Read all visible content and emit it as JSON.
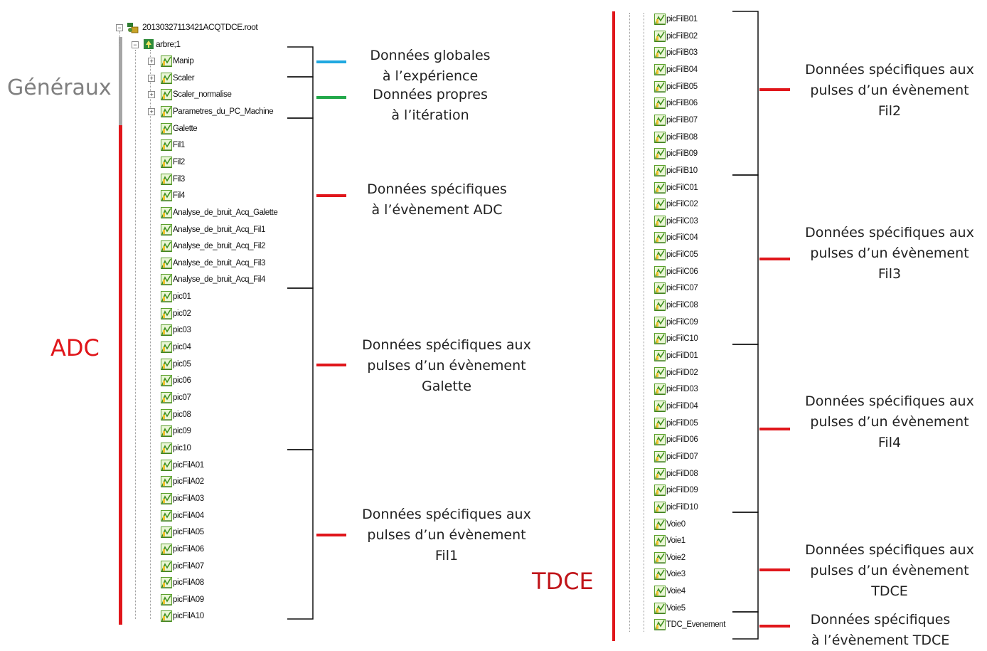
{
  "tree": {
    "root": "20130327113421ACQTDCE.root",
    "arbre": "arbre;1",
    "left_items": [
      "Manip",
      "Scaler",
      "Scaler_normalise",
      "Parametres_du_PC_Machine",
      "Galette",
      "Fil1",
      "Fil2",
      "Fil3",
      "Fil4",
      "Analyse_de_bruit_Acq_Galette",
      "Analyse_de_bruit_Acq_Fil1",
      "Analyse_de_bruit_Acq_Fil2",
      "Analyse_de_bruit_Acq_Fil3",
      "Analyse_de_bruit_Acq_Fil4",
      "pic01",
      "pic02",
      "pic03",
      "pic04",
      "pic05",
      "pic06",
      "pic07",
      "pic08",
      "pic09",
      "pic10",
      "picFilA01",
      "picFilA02",
      "picFilA03",
      "picFilA04",
      "picFilA05",
      "picFilA06",
      "picFilA07",
      "picFilA08",
      "picFilA09",
      "picFilA10"
    ],
    "right_items": [
      "picFilB01",
      "picFilB02",
      "picFilB03",
      "picFilB04",
      "picFilB05",
      "picFilB06",
      "picFilB07",
      "picFilB08",
      "picFilB09",
      "picFilB10",
      "picFilC01",
      "picFilC02",
      "picFilC03",
      "picFilC04",
      "picFilC05",
      "picFilC06",
      "picFilC07",
      "picFilC08",
      "picFilC09",
      "picFilC10",
      "picFilD01",
      "picFilD02",
      "picFilD03",
      "picFilD04",
      "picFilD05",
      "picFilD06",
      "picFilD07",
      "picFilD08",
      "picFilD09",
      "picFilD10",
      "Voie0",
      "Voie1",
      "Voie2",
      "Voie3",
      "Voie4",
      "Voie5",
      "TDC_Evenement"
    ]
  },
  "labels": {
    "generaux": "Généraux",
    "adc": "ADC",
    "tdce": "TDCE"
  },
  "annotations": {
    "globales": [
      "Données globales",
      "à l’expérience"
    ],
    "propres": [
      "Données propres",
      "à l’itération"
    ],
    "adc_event": [
      "Données spécifiques",
      "à l’évènement ADC"
    ],
    "galette": [
      "Données spécifiques  aux",
      "pulses d’un évènement",
      "Galette"
    ],
    "fil1": [
      "Données spécifiques  aux",
      "pulses d’un évènement",
      "Fil1"
    ],
    "fil2": [
      "Données spécifiques  aux",
      "pulses d’un évènement",
      "Fil2"
    ],
    "fil3": [
      "Données spécifiques  aux",
      "pulses d’un évènement",
      "Fil3"
    ],
    "fil4": [
      "Données spécifiques  aux",
      "pulses d’un évènement",
      "Fil4"
    ],
    "tdce_pulses": [
      "Données spécifiques  aux",
      "pulses d’un évènement",
      "TDCE"
    ],
    "tdce_event": [
      "Données spécifiques",
      "à l’évènement TDCE"
    ]
  },
  "colors": {
    "red": "#e0161b",
    "gray": "#a6a6a6",
    "blue": "#20a8e0",
    "green": "#22a84a",
    "icon_green": "#6cc23a",
    "text_dark": "#222222",
    "text_gray": "#7f7f7f"
  },
  "icons": {
    "leaf": "tree-leaf-icon",
    "root": "root-file-icon",
    "branch": "tree-branch-icon"
  }
}
